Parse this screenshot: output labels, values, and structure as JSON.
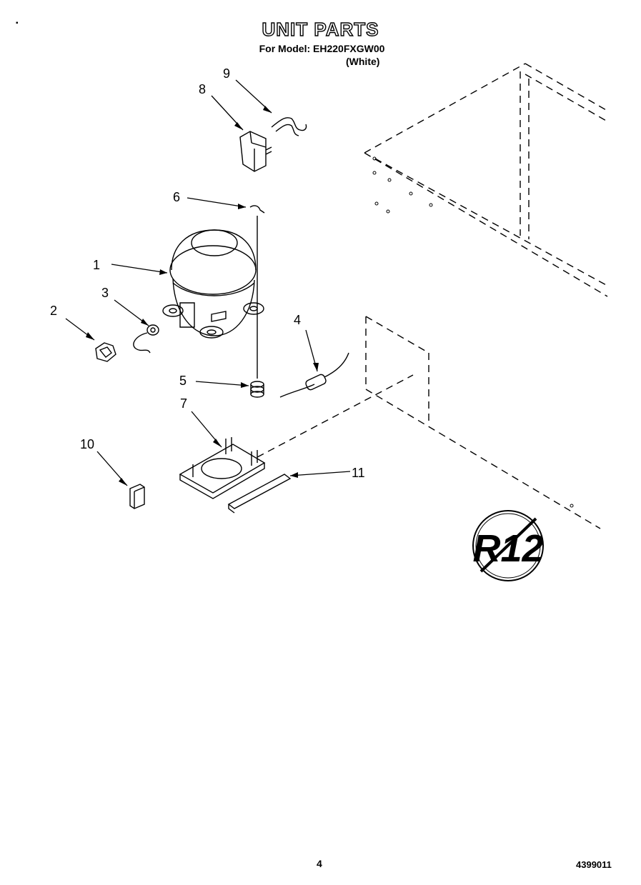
{
  "header": {
    "title": "UNIT PARTS",
    "model_line": "For Model: EH220FXGW00",
    "color_line": "(White)"
  },
  "callouts": [
    "1",
    "2",
    "3",
    "4",
    "5",
    "6",
    "7",
    "8",
    "9",
    "10",
    "11"
  ],
  "badge": {
    "text": "R12"
  },
  "footer": {
    "page_number": "4",
    "doc_number": "4399011"
  },
  "colors": {
    "ink": "#000000",
    "paper": "#ffffff"
  }
}
